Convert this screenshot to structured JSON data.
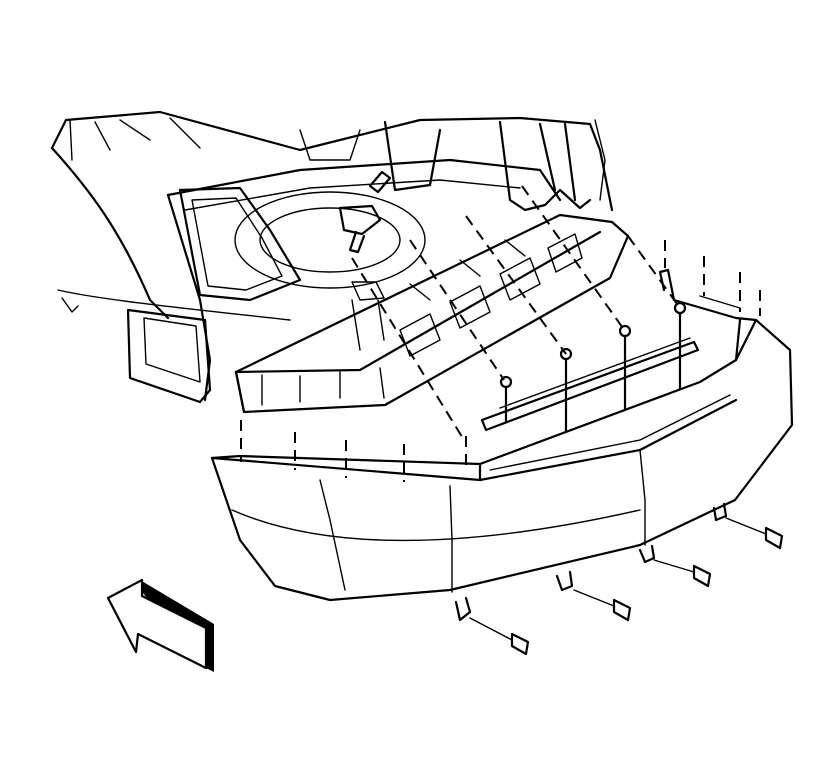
{
  "figure": {
    "description_icon": "rear-bumper-fascia-removal-exploded-view",
    "line_color": "#000000",
    "background": "#ffffff",
    "parts": {
      "body": "vehicle-rear-body-icon",
      "impact_bar": "bumper-energy-absorber-icon",
      "retainer": "fascia-retainer-strip-icon",
      "fascia": "rear-bumper-fascia-icon",
      "fasteners": "push-pin-retainer-icon",
      "bolts": "bolt-icon",
      "direction": "front-of-vehicle-arrow-icon"
    },
    "push_pin_count": 5,
    "bolt_count": 4,
    "alignment_guide_count": 14
  }
}
